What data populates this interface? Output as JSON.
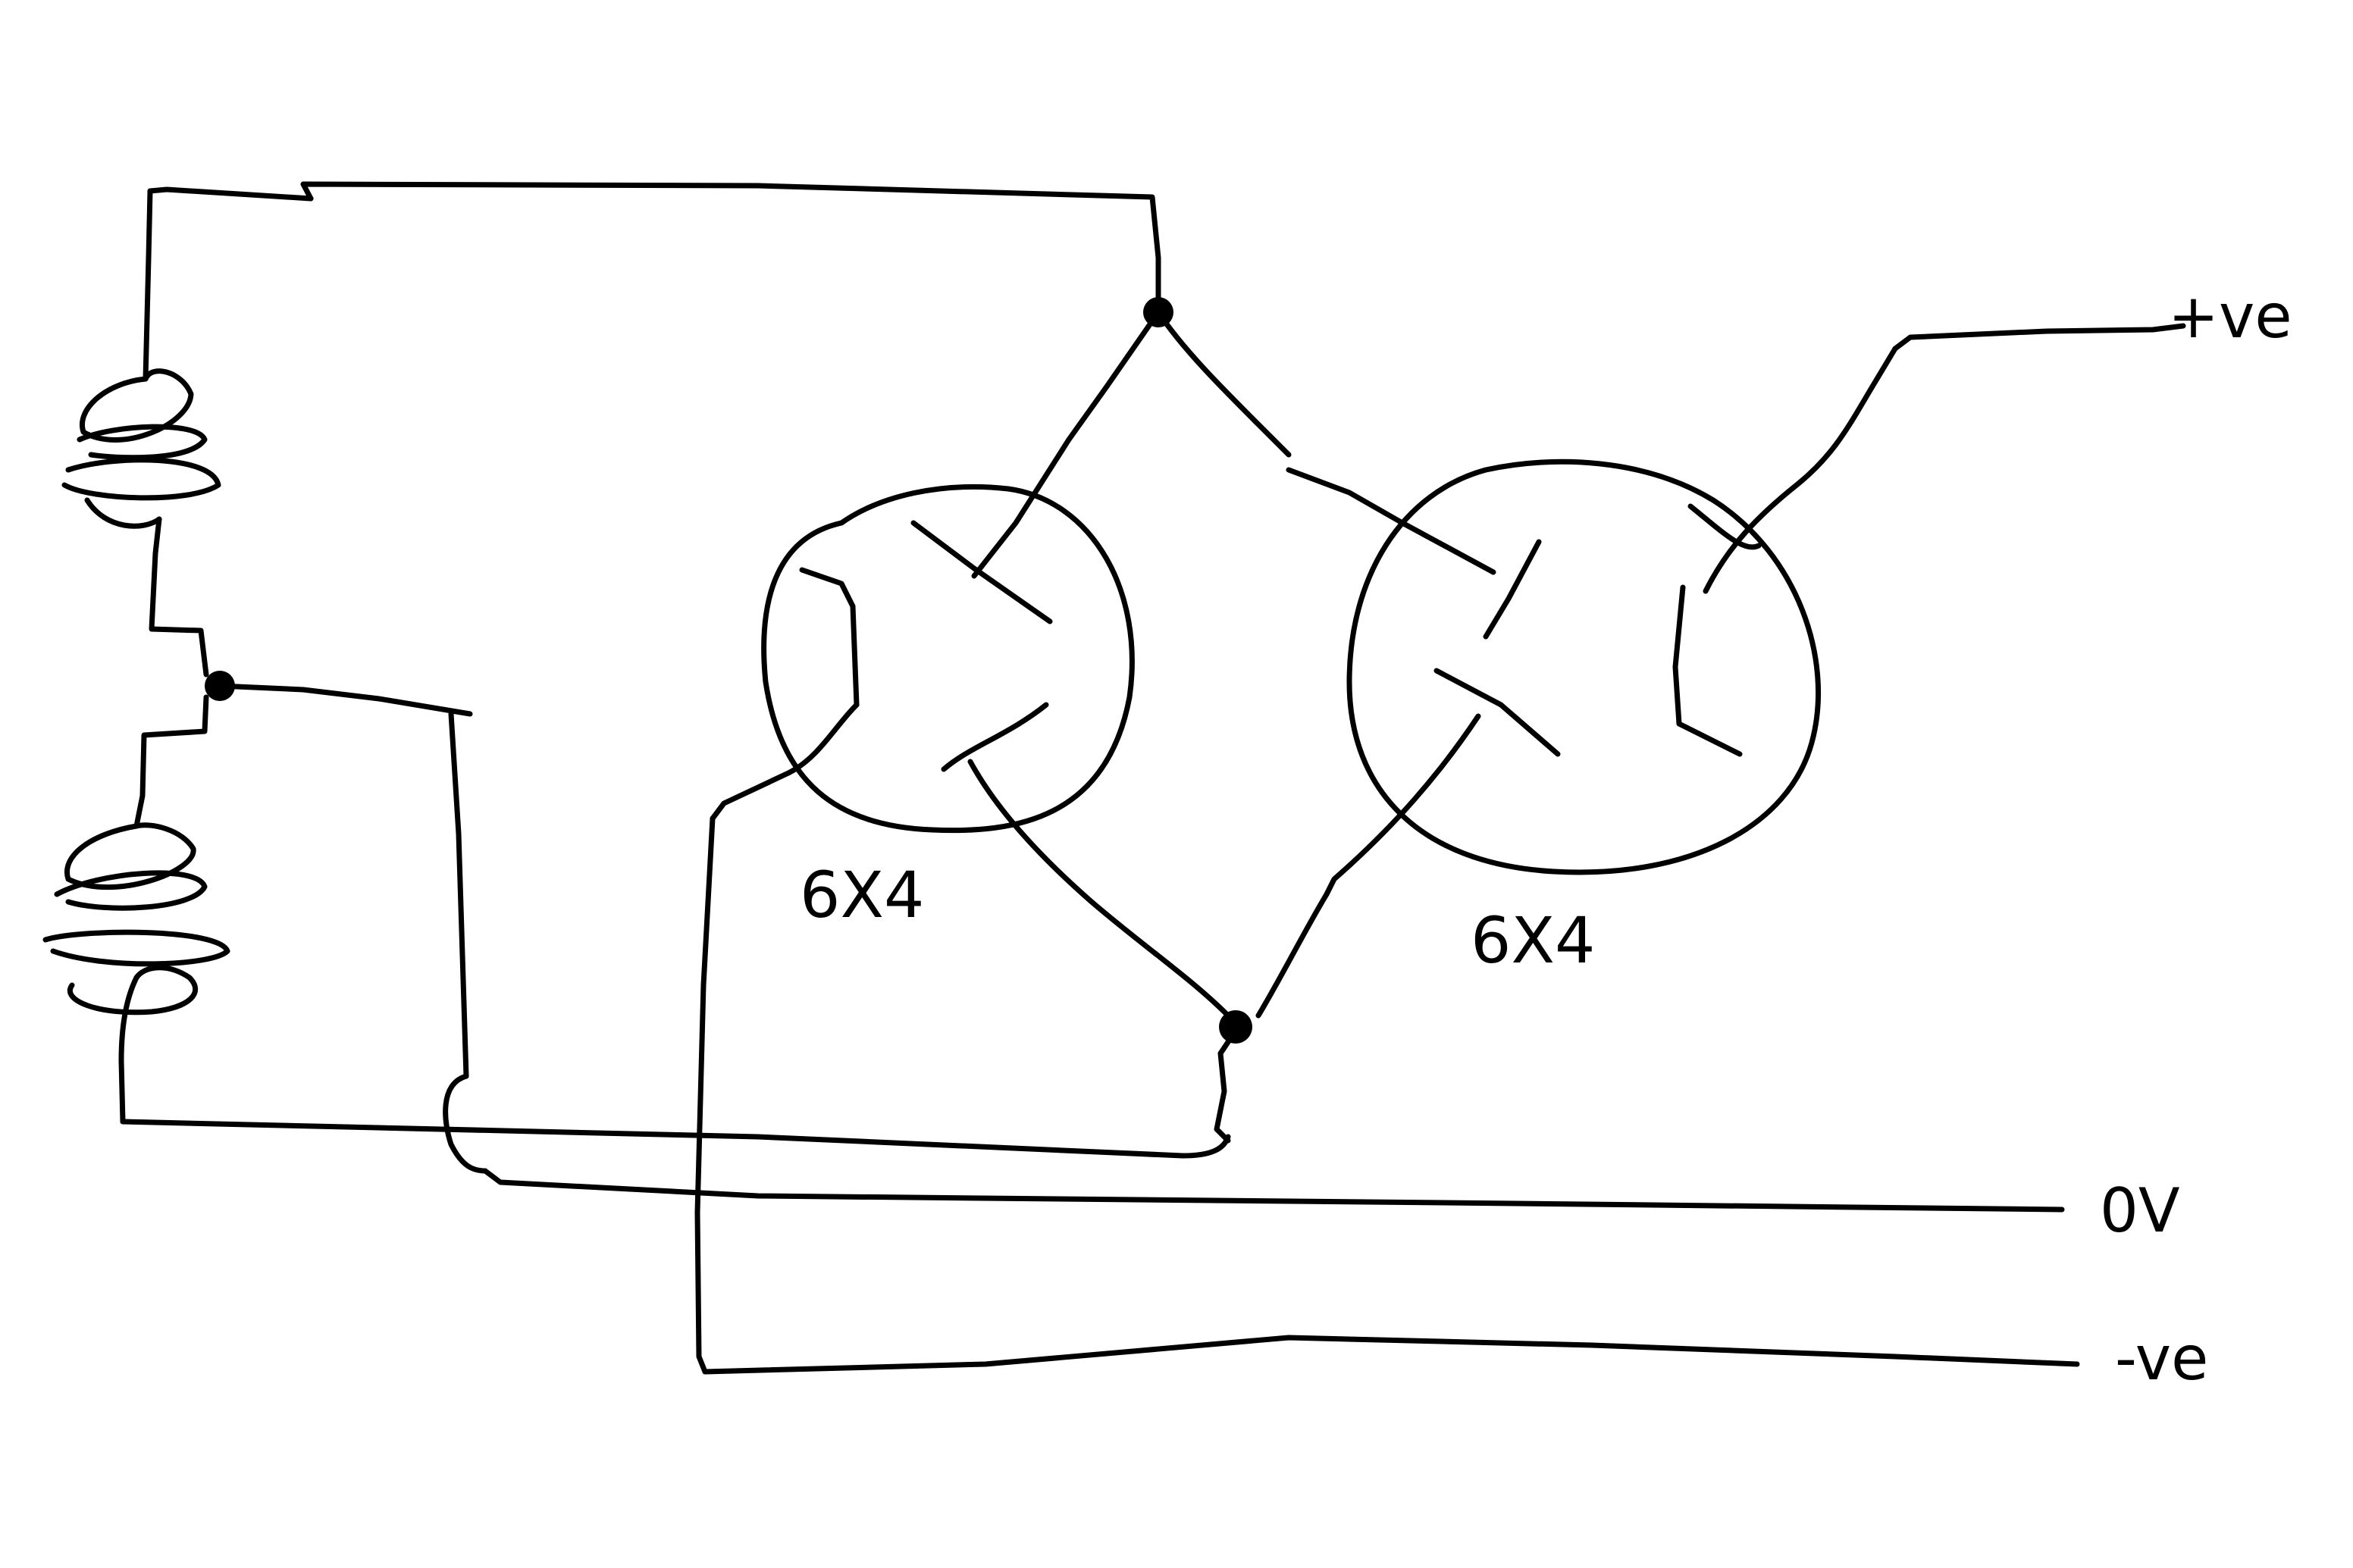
{
  "labels": {
    "tube_left": "6X4",
    "tube_right": "6X4",
    "positive_out": "+ve",
    "zero_volt": "0V",
    "negative_out": "-ve"
  },
  "colors": {
    "ink": "#000000",
    "paper": "#ffffff"
  }
}
